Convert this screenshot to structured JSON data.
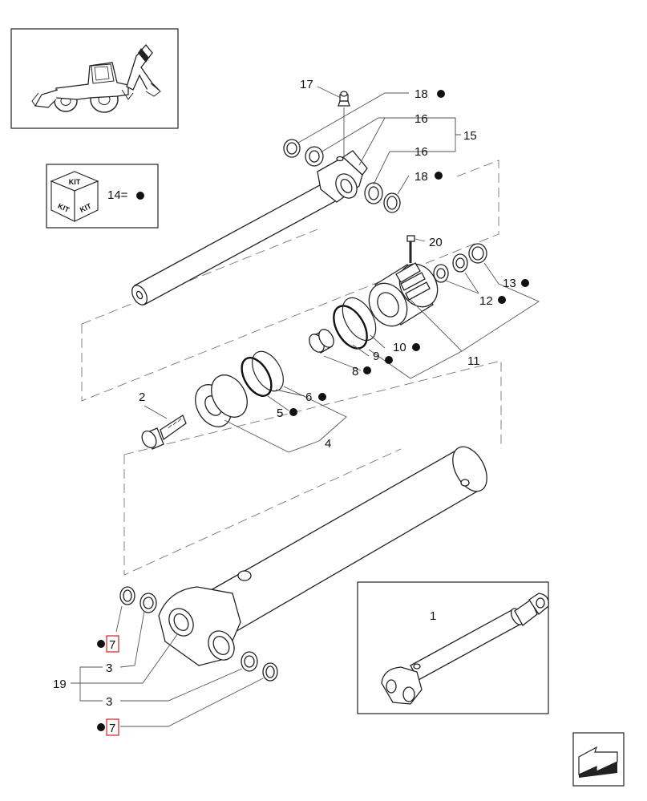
{
  "labels": {
    "p1": "1",
    "p2": "2",
    "p3a": "3",
    "p3b": "3",
    "p4": "4",
    "p5": "5",
    "p6": "6",
    "p7a": "7",
    "p7b": "7",
    "p8": "8",
    "p9": "9",
    "p10": "10",
    "p11": "11",
    "p12": "12",
    "p13": "13",
    "p14": "14=",
    "p15": "15",
    "p16a": "16",
    "p16b": "16",
    "p17": "17",
    "p18a": "18",
    "p18b": "18",
    "p19": "19",
    "p20": "20"
  },
  "kit": {
    "top": "KIT",
    "left": "KIT",
    "right": "KIT"
  },
  "icons": [
    "backhoe-loader-icon",
    "kit-box-icon",
    "next-page-arrow-icon",
    "bullet-dot-icon"
  ],
  "colors": {
    "line": "#222222",
    "dashed": "#777777",
    "highlight": "#d21e1e"
  }
}
